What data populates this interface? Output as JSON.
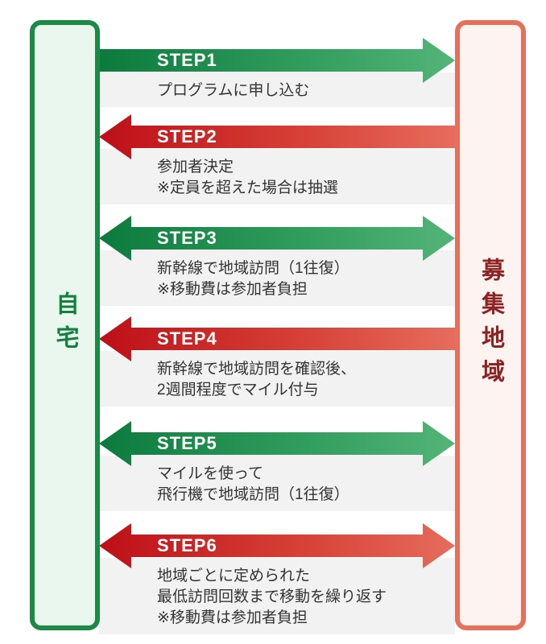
{
  "diagram": {
    "title": "",
    "left_box": {
      "label": "自宅"
    },
    "right_box": {
      "label": "募集地域"
    },
    "colors": {
      "left_box_border": "#1b8a45",
      "left_box_fill": "#e9f7ee",
      "left_label_text": "#157f3e",
      "right_box_border": "#e7705c",
      "right_box_fill": "#fdf3f0",
      "right_label_text": "#8e2121",
      "green_arrow_dark": "#0b7a3c",
      "green_arrow_light": "#54b478",
      "red_arrow_dark": "#bd0f18",
      "red_arrow_light": "#e66c5d",
      "strip_background": "#f2f2f3",
      "description_text": "#333333",
      "step_label_text": "#ffffff"
    },
    "steps": [
      {
        "label": "STEP1",
        "color": "green",
        "direction": "right",
        "description": [
          "プログラムに申し込む"
        ]
      },
      {
        "label": "STEP2",
        "color": "red",
        "direction": "left",
        "description": [
          "参加者決定",
          "※定員を超えた場合は抽選"
        ]
      },
      {
        "label": "STEP3",
        "color": "green",
        "direction": "both",
        "description": [
          "新幹線で地域訪問（1往復）",
          "※移動費は参加者負担"
        ]
      },
      {
        "label": "STEP4",
        "color": "red",
        "direction": "left",
        "description": [
          "新幹線で地域訪問を確認後、",
          "2週間程度でマイル付与"
        ]
      },
      {
        "label": "STEP5",
        "color": "green",
        "direction": "both",
        "description": [
          "マイルを使って",
          "飛行機で地域訪問（1往復）"
        ]
      },
      {
        "label": "STEP6",
        "color": "red",
        "direction": "both",
        "description": [
          "地域ごとに定められた",
          "最低訪問回数まで移動を繰り返す",
          "※移動費は参加者負担"
        ]
      }
    ]
  }
}
